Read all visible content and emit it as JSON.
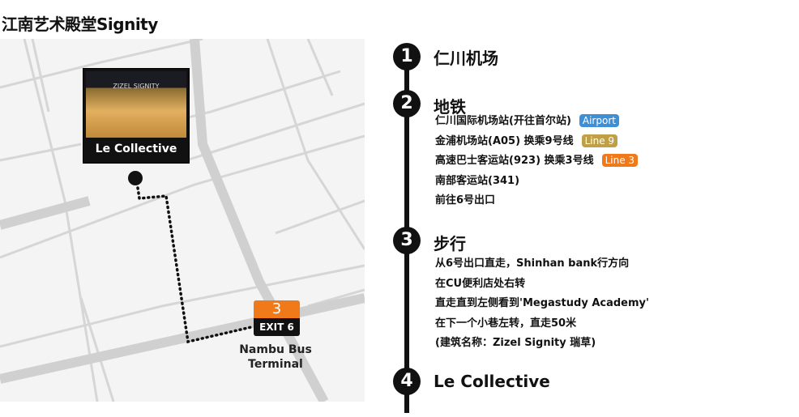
{
  "title": "江南艺术殿堂Signity",
  "map": {
    "building_sign": "ZIZEL SIGNITY",
    "destination_label": "Le Collective",
    "exit_number": "3",
    "exit_label": "EXIT 6",
    "station_name": "Nambu Bus Terminal",
    "exit_color": "#f07a1a"
  },
  "steps": [
    {
      "number": "1",
      "title": "仁川机场"
    },
    {
      "number": "2",
      "title": "地铁",
      "lines": [
        {
          "text": "仁川国际机场站(开往首尔站)",
          "badge": "Airport",
          "badge_color": "#3d8fd8"
        },
        {
          "text": "金浦机场站(A05) 换乘9号线",
          "badge": "Line 9",
          "badge_color": "#bfa048"
        },
        {
          "text": "高速巴士客运站(923) 换乘3号线",
          "badge": "Line 3",
          "badge_color": "#f07a1a"
        },
        {
          "text": "南部客运站(341)"
        },
        {
          "text": "前往6号出口"
        }
      ]
    },
    {
      "number": "3",
      "title": "步行",
      "lines": [
        {
          "text": "从6号出口直走，Shinhan bank行方向"
        },
        {
          "text": "在CU便利店处右转"
        },
        {
          "text": "直走直到左侧看到'Megastudy Academy'"
        },
        {
          "text": "在下一个小巷左转，直走50米"
        },
        {
          "text": "(建筑名称：Zizel Signity 瑞草)"
        }
      ]
    },
    {
      "number": "4",
      "title": "Le Collective"
    }
  ]
}
